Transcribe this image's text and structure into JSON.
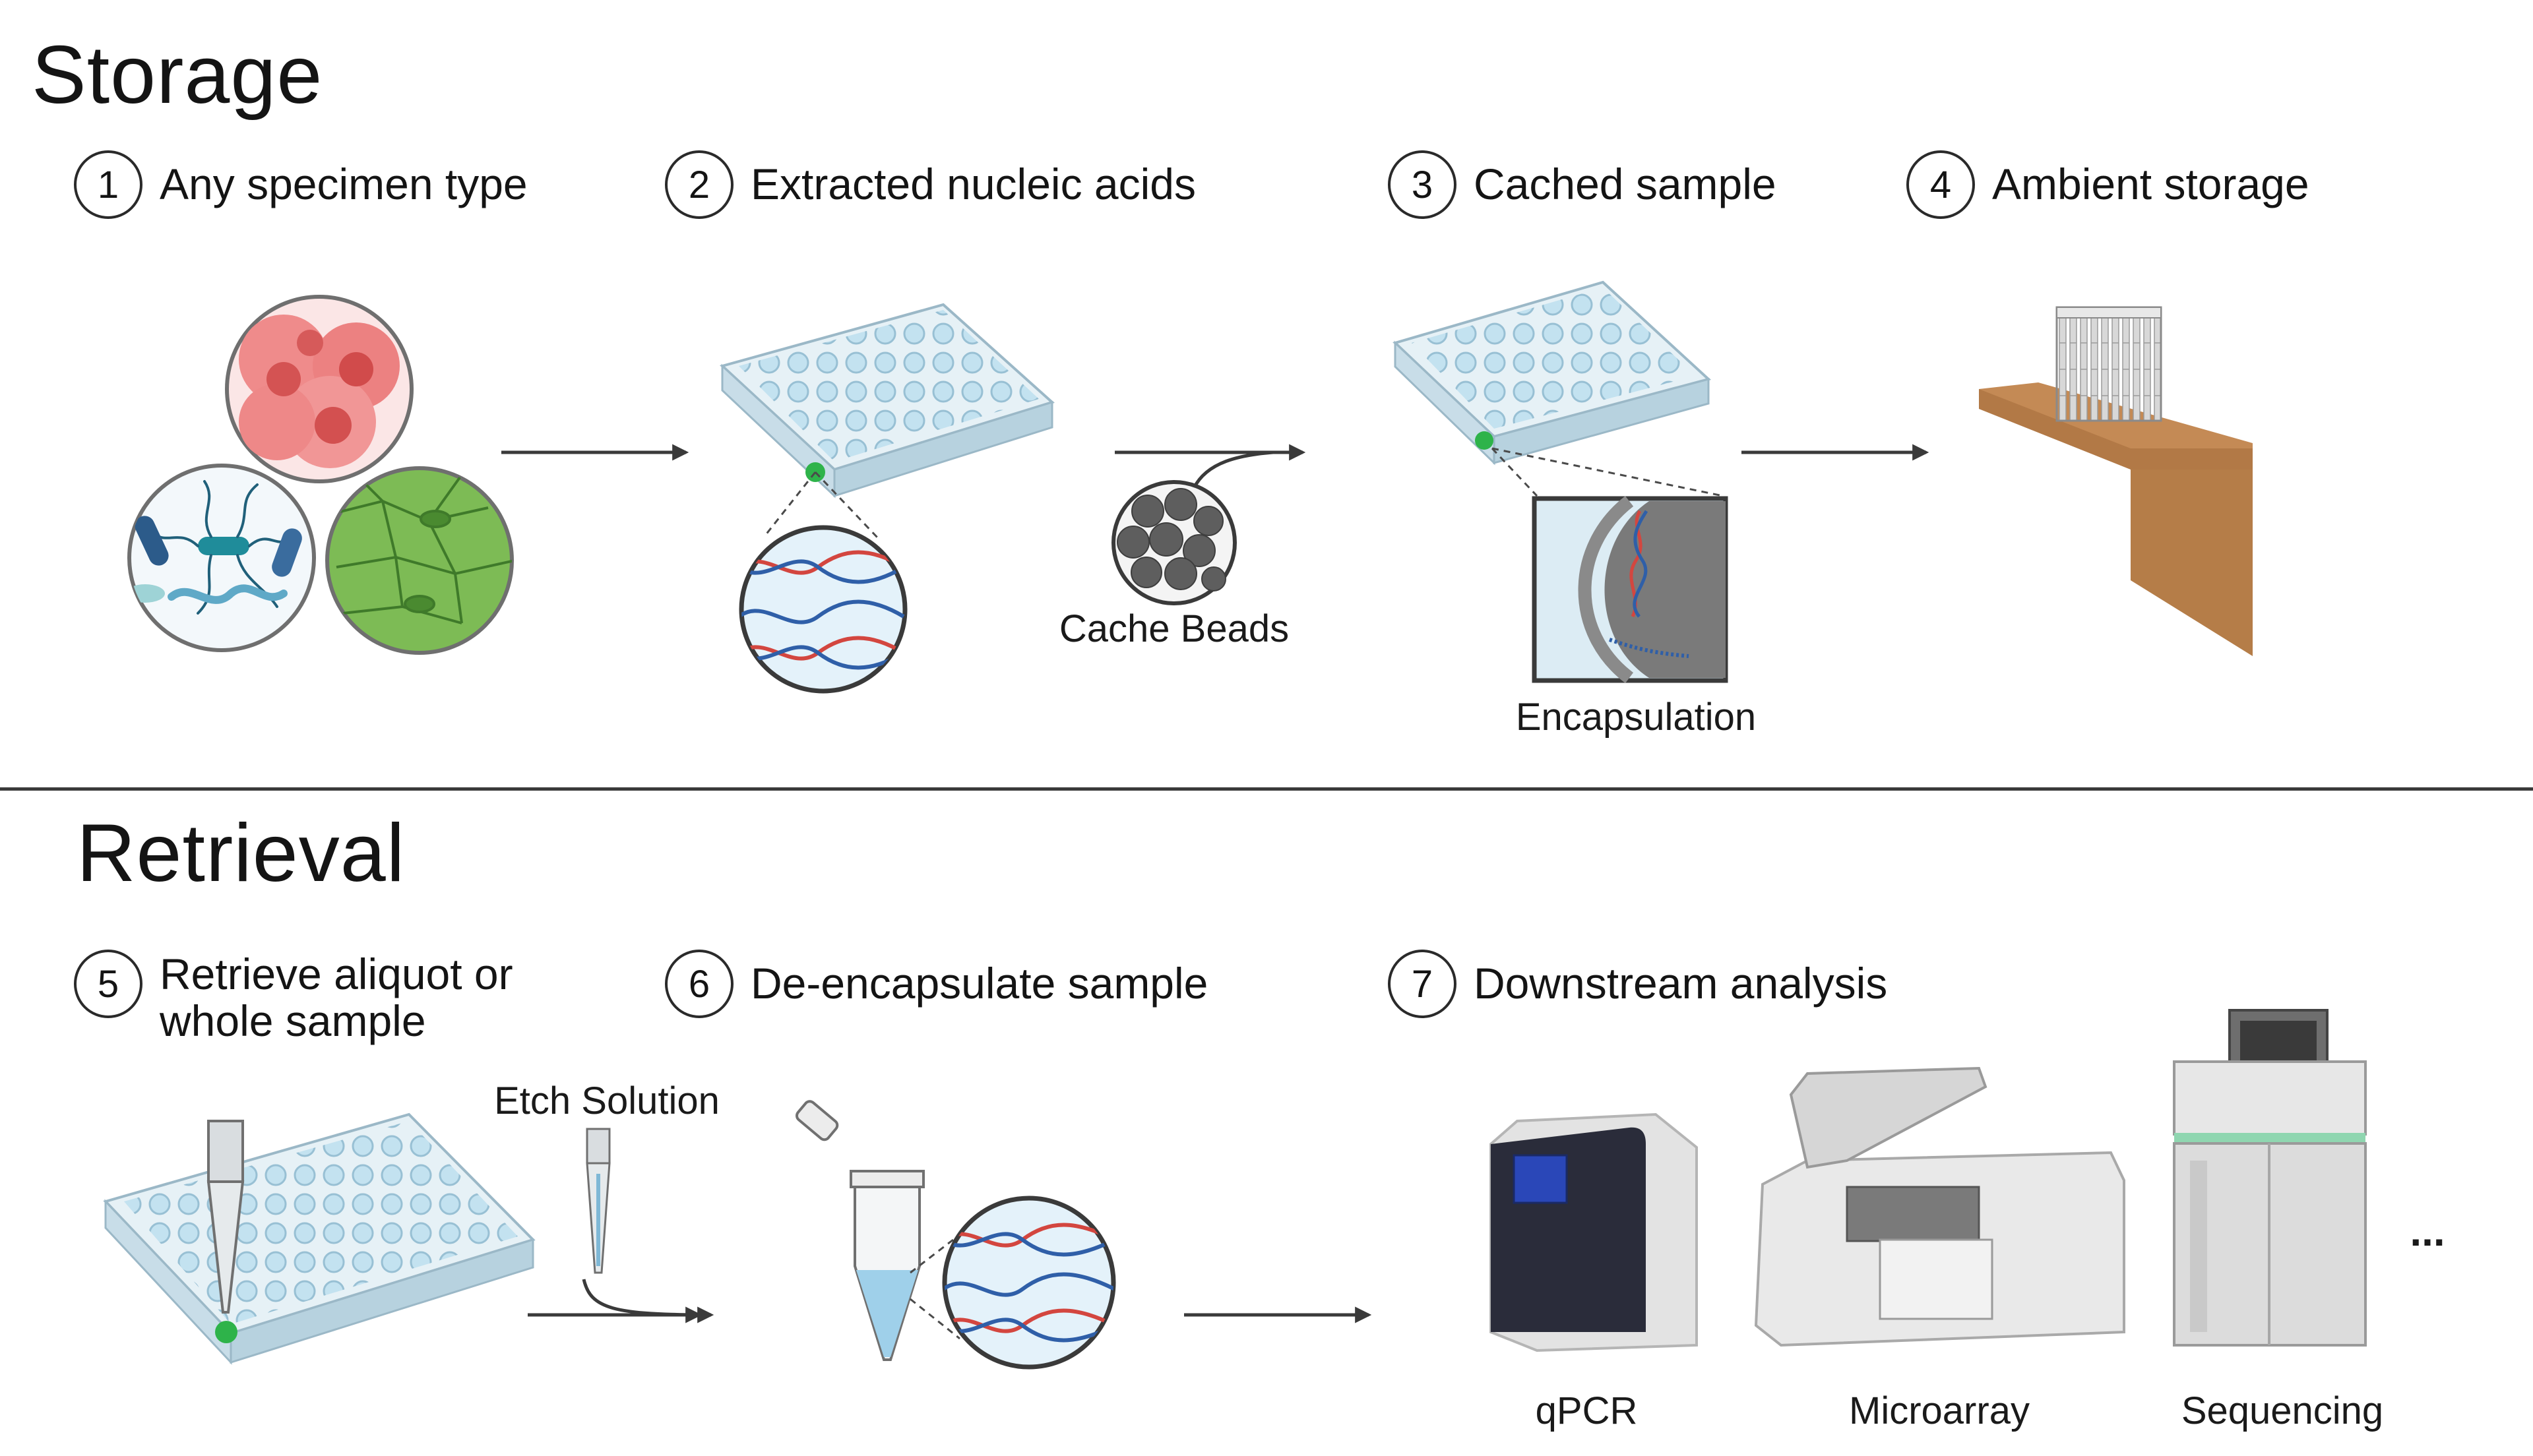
{
  "storage": {
    "title": "Storage",
    "steps": [
      {
        "num": "1",
        "label": "Any specimen type"
      },
      {
        "num": "2",
        "label": "Extracted nucleic acids"
      },
      {
        "num": "3",
        "label": "Cached sample"
      },
      {
        "num": "4",
        "label": "Ambient storage"
      }
    ],
    "captions": {
      "cache_beads": "Cache Beads",
      "encapsulation": "Encapsulation"
    }
  },
  "retrieval": {
    "title": "Retrieval",
    "steps": [
      {
        "num": "5",
        "label_line1": "Retrieve aliquot or",
        "label_line2": "whole sample"
      },
      {
        "num": "6",
        "label": "De-encapsulate sample"
      },
      {
        "num": "7",
        "label": "Downstream analysis"
      }
    ],
    "captions": {
      "etch_solution": "Etch Solution",
      "ellipsis": "...",
      "qpcr": "qPCR",
      "microarray": "Microarray",
      "sequencing": "Sequencing"
    }
  },
  "colors": {
    "well_plate": "#d4e8f1",
    "green_dot": "#2eb34a",
    "dna_red": "#d3463f",
    "dna_blue": "#2f5fa8",
    "shelf": "#b97f4c",
    "bead_gray": "#5e5e5e"
  }
}
